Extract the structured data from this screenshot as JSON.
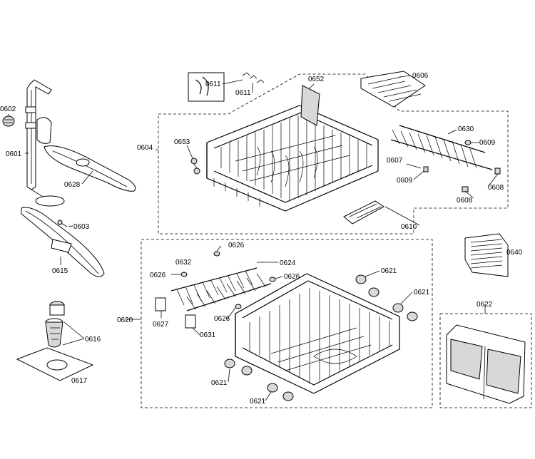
{
  "labels": {
    "p0602": "0602",
    "p0601": "0601",
    "p0628": "0628",
    "p0603": "0603",
    "p0615": "0615",
    "p0616": "0616",
    "p0617": "0617",
    "p0611a": "0611",
    "p0611b": "0611",
    "p0652": "0652",
    "p0606": "0606",
    "p0604": "0604",
    "p0653": "0653",
    "p0630": "0630",
    "p0609a": "0609",
    "p0607": "0607",
    "p0609b": "0609",
    "p0608a": "0608",
    "p0608b": "0608",
    "p0610": "0610",
    "p0640": "0640",
    "p0626a": "0626",
    "p0632": "0632",
    "p0624": "0624",
    "p0626b": "0626",
    "p0626c": "0626",
    "p0621a": "0621",
    "p0621b": "0621",
    "p0620": "0620",
    "p0627": "0627",
    "p0626d": "0626",
    "p0631": "0631",
    "p0622": "0622",
    "p0621c": "0621",
    "p0621d": "0621"
  }
}
